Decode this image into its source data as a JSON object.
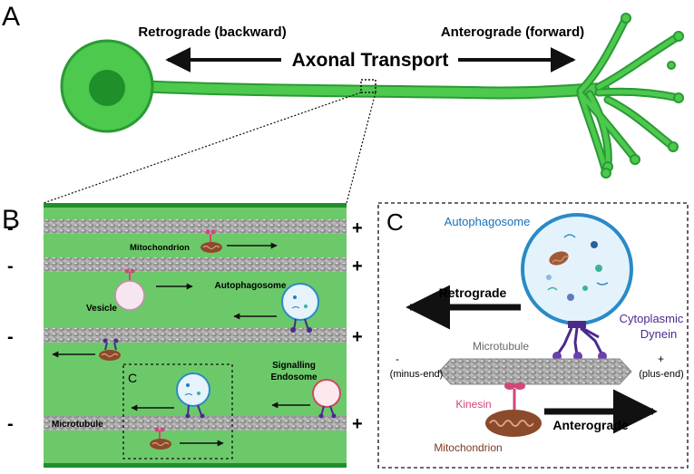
{
  "panel_a": {
    "label": "A",
    "retrograde_label": "Retrograde (backward)",
    "anterograde_label": "Anterograde (forward)",
    "title": "Axonal Transport"
  },
  "panel_b": {
    "label": "B",
    "mitochondrion": "Mitochondrion",
    "autophagosome": "Autophagosome",
    "vesicle": "Vesicle",
    "signalling_1": "Signalling",
    "signalling_2": "Endosome",
    "microtubule": "Microtubule",
    "inset_label": "C",
    "minus": "-",
    "plus": "+"
  },
  "panel_c": {
    "label": "C",
    "autophagosome": "Autophagosome",
    "retrograde": "Retrograde",
    "cyto_1": "Cytoplasmic",
    "cyto_2": "Dynein",
    "microtubule": "Microtubule",
    "minus": "-",
    "minus_end": "(minus-end)",
    "plus": "+",
    "plus_end": "(plus-end)",
    "kinesin": "Kinesin",
    "anterograde": "Anterograde",
    "mitochondrion": "Mitochondrion"
  },
  "colors": {
    "neuron": "#4dc94d",
    "neuron_dark": "#1f8f2a",
    "axon_bg": "#6cc96a",
    "autophagosome_text": "#1a6fb5",
    "dynein_text": "#4b2a8c",
    "kinesin_text": "#d1477a",
    "mito_text": "#7a3a22"
  }
}
